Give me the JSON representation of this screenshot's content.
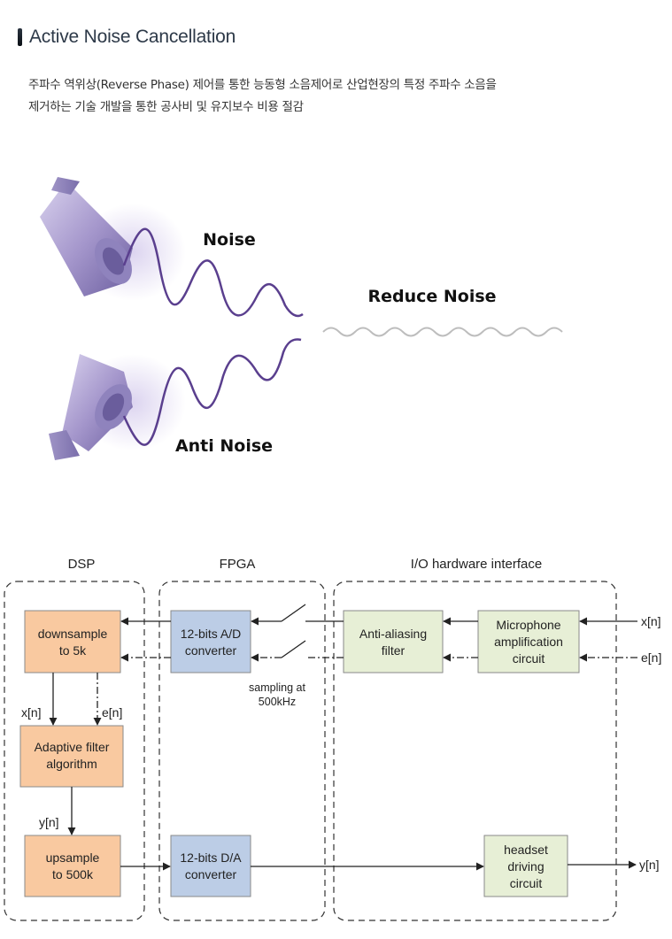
{
  "header": {
    "title": "Active Noise Cancellation"
  },
  "description": {
    "line1": "주파수 역위상(Reverse Phase) 제어를 통한 능동형 소음제어로 산업현장의 특정 주파수 소음을",
    "line2": "제거하는 기술 개발을 통한 공사비 및 유지보수 비용 절감"
  },
  "anc_illustration": {
    "noise_label": "Noise",
    "reduce_label": "Reduce Noise",
    "anti_label": "Anti Noise",
    "speaker_color": "#8a7db5",
    "wave_color": "#5a3f8e",
    "reduced_wave_color": "#bdbdbd"
  },
  "block_diagram": {
    "groups": {
      "dsp": "DSP",
      "fpga": "FPGA",
      "io": "I/O hardware interface"
    },
    "blocks": {
      "downsample": [
        "downsample",
        "to 5k"
      ],
      "adaptive": [
        "Adaptive filter",
        "algorithm"
      ],
      "upsample": [
        "upsample",
        "to 500k"
      ],
      "ad": [
        "12-bits A/D",
        "converter"
      ],
      "da": [
        "12-bits D/A",
        "converter"
      ],
      "antialias": [
        "Anti-aliasing",
        "filter"
      ],
      "mic": [
        "Microphone",
        "amplification",
        "circuit"
      ],
      "headset": [
        "headset",
        "driving",
        "circuit"
      ]
    },
    "signals": {
      "x_in": "x[n]",
      "e_in": "e[n]",
      "x_mid": "x[n]",
      "e_mid": "e[n]",
      "y_mid": "y[n]",
      "y_out": "y[n]"
    },
    "sampling_note": [
      "sampling at",
      "500kHz"
    ],
    "colors": {
      "dsp_block": "#f9c9a0",
      "fpga_block": "#bccde6",
      "io_block": "#e7efd6",
      "block_border": "#8a8a8a"
    }
  }
}
